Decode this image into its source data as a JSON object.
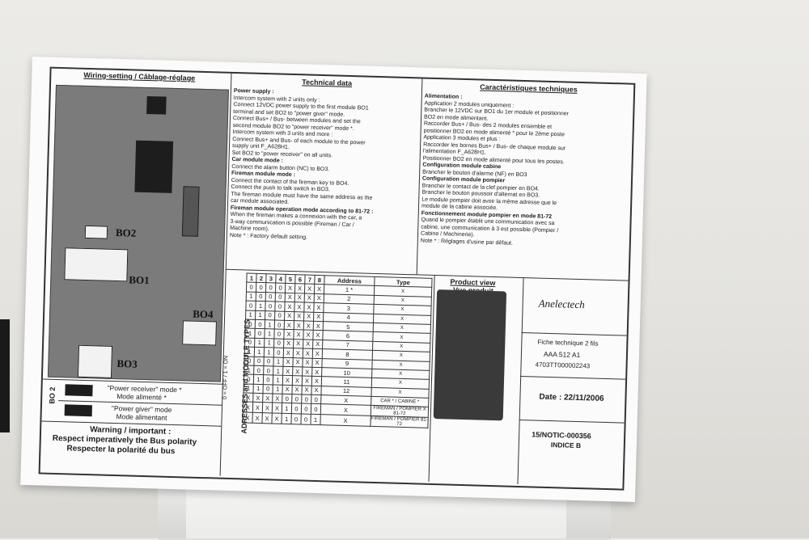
{
  "left": {
    "heading": "Wiring-setting / Câblage-réglage",
    "bo2": "BO2",
    "bo1": "BO1",
    "bo4": "BO4",
    "bo3": "BO3",
    "bo2_side": "BO 2",
    "mode1_a": "\"Power receiver\" mode *",
    "mode1_b": "Mode alimenté *",
    "mode2_a": "\"Power giver\" mode",
    "mode2_b": "Mode alimentant",
    "warn1": "Warning / important :",
    "warn2": "Respect imperatively the Bus polarity",
    "warn3": "Respecter la polarité du bus"
  },
  "tech": {
    "heading": "Technical data",
    "lines": [
      "Power supply :",
      "Intercom system with 2 units only :",
      "Connect 12VDC power supply to the first module BO1",
      "terminal and set BO2 to \"power giver\" mode.",
      "Connect Bus+ / Bus- between modules and set the",
      "second module BO2 to \"power receiver\" mode *.",
      "Intercom system with 3 units and more :",
      "Connect Bus+ and Bus- of each module to the power",
      "supply unit F_A628H1.",
      "Set BO2 to \"power receiver\" on all units.",
      "Car module mode :",
      "Connect the alarm button (NC) to BO3.",
      "Fireman module mode :",
      "Connect the contact of the fireman key to BO4.",
      "Connect the push to talk switch in BO3.",
      "The fireman module must have the same address as the",
      "car module associated.",
      "Fireman module operation mode according to 81-72 :",
      "When the fireman makes a connexion with the car, a",
      "3-way communication is possible (Fireman / Car /",
      "Machine room).",
      "Note * : Factory default setting."
    ]
  },
  "fr": {
    "heading": "Caractéristiques techniques",
    "lines": [
      "Alimentation :",
      "Application 2 modules uniquement :",
      "Brancher le 12VDC sur BO1 du 1er module et positionner",
      "BO2 en mode alimentant.",
      "Raccorder Bus+ / Bus- des 2 modules ensemble et",
      "positionner BO2 en mode alimenté * pour le 2ème poste",
      "Application 3 modules et plus :",
      "Raccorder les bornes Bus+ / Bus- de chaque module sur",
      "l'alimentation F_A628H1.",
      "Positionner BO2 en mode alimenté pour tous les postes.",
      "Configuration module cabine",
      "Brancher le bouton d'alarme (NF) en BO3",
      "Configuration module pompier",
      "Brancher le contact de la clef pompier en BO4.",
      "Brancher le bouton poussoir d'alternat en BO3.",
      "Le module pompier doit avoir la même adresse que le",
      "module de la cabine associée.",
      "Fonctionnement module pompier en mode 81-72",
      "Quand le pompier établit une communication avec sa",
      "cabine, une communication à 3 est possible (Pompier /",
      "Cabine / Machinerie).",
      "Note * : Réglages d'usine par défaut."
    ]
  },
  "table": {
    "side_label": "ADRESSES and MODULE TYPES",
    "side_sub": "0 = OFF / 1 = ON",
    "headers": [
      "1",
      "2",
      "3",
      "4",
      "5",
      "6",
      "7",
      "8",
      "Address",
      "Type"
    ],
    "rows": [
      [
        "0",
        "0",
        "0",
        "0",
        "X",
        "X",
        "X",
        "X",
        "1 *",
        "X"
      ],
      [
        "1",
        "0",
        "0",
        "0",
        "X",
        "X",
        "X",
        "X",
        "2",
        "X"
      ],
      [
        "0",
        "1",
        "0",
        "0",
        "X",
        "X",
        "X",
        "X",
        "3",
        "X"
      ],
      [
        "1",
        "1",
        "0",
        "0",
        "X",
        "X",
        "X",
        "X",
        "4",
        "X"
      ],
      [
        "0",
        "0",
        "1",
        "0",
        "X",
        "X",
        "X",
        "X",
        "5",
        "X"
      ],
      [
        "1",
        "0",
        "1",
        "0",
        "X",
        "X",
        "X",
        "X",
        "6",
        "X"
      ],
      [
        "0",
        "1",
        "1",
        "0",
        "X",
        "X",
        "X",
        "X",
        "7",
        "X"
      ],
      [
        "1",
        "1",
        "1",
        "0",
        "X",
        "X",
        "X",
        "X",
        "8",
        "X"
      ],
      [
        "0",
        "0",
        "0",
        "1",
        "X",
        "X",
        "X",
        "X",
        "9",
        "X"
      ],
      [
        "1",
        "0",
        "0",
        "1",
        "X",
        "X",
        "X",
        "X",
        "10",
        "X"
      ],
      [
        "0",
        "1",
        "0",
        "1",
        "X",
        "X",
        "X",
        "X",
        "11",
        "X"
      ],
      [
        "1",
        "1",
        "0",
        "1",
        "X",
        "X",
        "X",
        "X",
        "12",
        "X"
      ],
      [
        "X",
        "X",
        "X",
        "X",
        "0",
        "0",
        "0",
        "0",
        "X",
        "CAR * / CABINE *"
      ],
      [
        "X",
        "X",
        "X",
        "X",
        "1",
        "0",
        "0",
        "0",
        "X",
        "FIREMAN / POMPIER X 81-72"
      ],
      [
        "X",
        "X",
        "X",
        "X",
        "1",
        "0",
        "0",
        "1",
        "X",
        "FIREMAN / POMPIER 81-72"
      ]
    ]
  },
  "product": {
    "title1": "Product view",
    "title2": "Vue produit"
  },
  "info": {
    "logo": "Anelectech",
    "sheet": "Fiche technique 2 fils",
    "ref": "AAA 512 A1",
    "code": "4703TT000002243",
    "date": "Date : 22/11/2006",
    "notic": "15/NOTIC-000356",
    "indice": "INDICE B"
  }
}
